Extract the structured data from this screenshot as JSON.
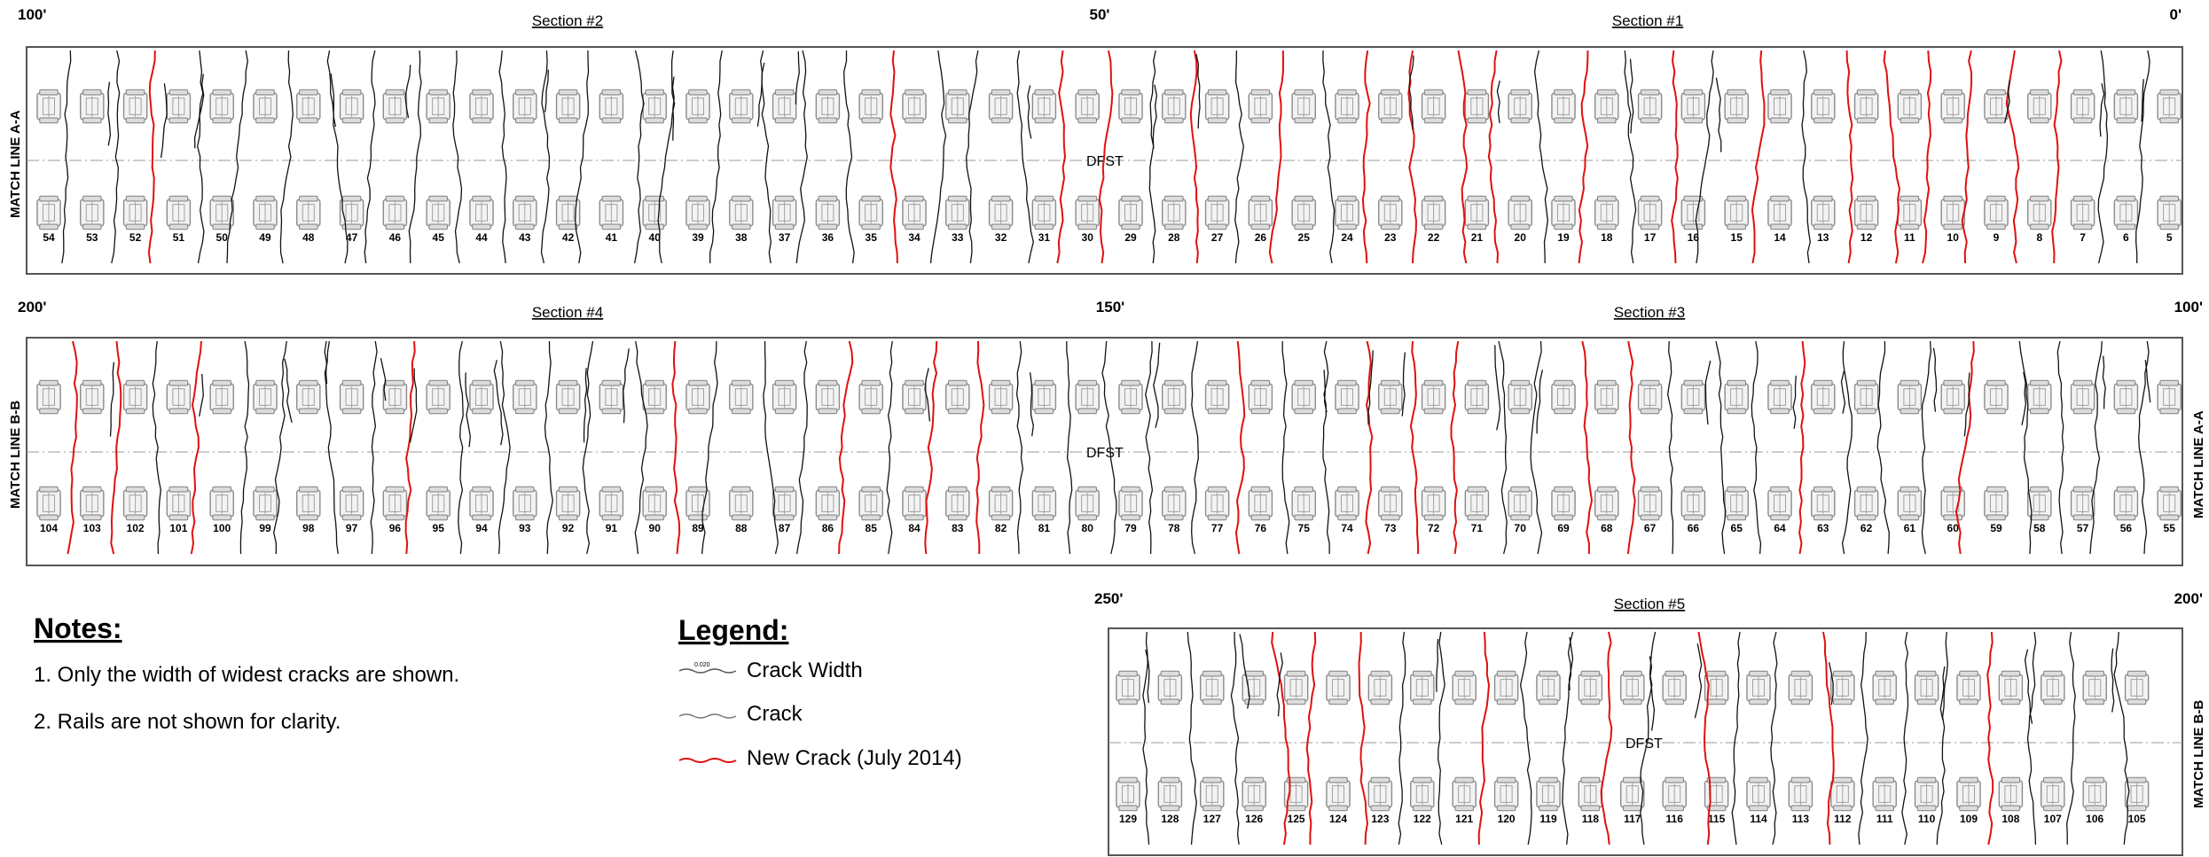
{
  "panels": [
    {
      "id": "row1",
      "left_station": "100'",
      "mid_station": "50'",
      "right_station": "0'",
      "left_section": "Section #2",
      "right_section": "Section #1",
      "left_match": "MATCH LINE A-A",
      "right_match": "",
      "dfst": "DFST",
      "ties": [
        "54",
        "53",
        "52",
        "51",
        "50",
        "49",
        "48",
        "47",
        "46",
        "45",
        "44",
        "43",
        "42",
        "41",
        "40",
        "39",
        "38",
        "37",
        "36",
        "35",
        "34",
        "33",
        "32",
        "31",
        "30",
        "29",
        "28",
        "27",
        "26",
        "25",
        "24",
        "23",
        "22",
        "21",
        "20",
        "19",
        "18",
        "17",
        "16",
        "15",
        "14",
        "13",
        "12",
        "11",
        "10",
        "9",
        "8",
        "7",
        "6",
        "5"
      ]
    },
    {
      "id": "row2",
      "left_station": "200'",
      "mid_station": "150'",
      "right_station": "100'",
      "left_section": "Section #4",
      "right_section": "Section #3",
      "left_match": "MATCH LINE B-B",
      "right_match": "MATCH LINE A-A",
      "dfst": "DFST",
      "ties": [
        "104",
        "103",
        "102",
        "101",
        "100",
        "99",
        "98",
        "97",
        "96",
        "95",
        "94",
        "93",
        "92",
        "91",
        "90",
        "89",
        "88",
        "87",
        "86",
        "85",
        "84",
        "83",
        "82",
        "81",
        "80",
        "79",
        "78",
        "77",
        "76",
        "75",
        "74",
        "73",
        "72",
        "71",
        "70",
        "69",
        "68",
        "67",
        "66",
        "65",
        "64",
        "63",
        "62",
        "61",
        "60",
        "59",
        "58",
        "57",
        "56",
        "55"
      ]
    },
    {
      "id": "row3",
      "left_station": "250'",
      "right_station": "200'",
      "section": "Section #5",
      "right_match": "MATCH LINE B-B",
      "dfst": "DFST",
      "ties": [
        "129",
        "128",
        "127",
        "126",
        "125",
        "124",
        "123",
        "122",
        "121",
        "120",
        "119",
        "118",
        "117",
        "116",
        "115",
        "114",
        "113",
        "112",
        "111",
        "110",
        "109",
        "108",
        "107",
        "106",
        "105"
      ]
    }
  ],
  "notes": {
    "title": "Notes:",
    "items": [
      "1. Only the width of widest cracks are shown.",
      "2. Rails are not shown for clarity."
    ]
  },
  "legend": {
    "title": "Legend:",
    "items": [
      {
        "label": "Crack Width",
        "color": "#555555"
      },
      {
        "label": "Crack",
        "color": "#777777"
      },
      {
        "label": "New Crack (July 2014)",
        "color": "#e01010"
      }
    ]
  },
  "crack_width_sample": "0.020",
  "colors": {
    "crack": "#111111",
    "new_crack": "#e01010",
    "frame": "#555555",
    "tie": "#999999"
  }
}
